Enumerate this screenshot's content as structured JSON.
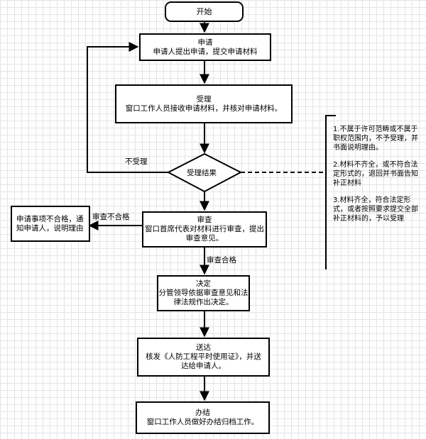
{
  "start": {
    "label": "开始"
  },
  "apply": {
    "title": "申请",
    "text": "申请人提出申请，提交申请材料"
  },
  "accept": {
    "title": "受理",
    "text": "窗口工作人员接收申请材料，并核对申请材料。"
  },
  "decision": {
    "label": "受理结果"
  },
  "reject_label": "不受理",
  "review": {
    "title": "审查",
    "line1": "窗口首席代表对材料进行审查，提出",
    "line2": "审查意见。"
  },
  "fail_label": "审查不合格",
  "fail_box": {
    "line1": "申请事项不合格，通",
    "line2": "知申请人，说明理由"
  },
  "pass_label": "审查合格",
  "decide": {
    "title": "决定",
    "line1": "分管领导依据审查意见和法",
    "line2": "律法规作出决定。"
  },
  "deliver": {
    "title": "送达",
    "line1": "核发《人防工程平时使用证》，并送",
    "line2": "达给申请人。"
  },
  "finish": {
    "title": "办结",
    "text": "窗口工作人员做好办结归档工作。"
  },
  "note": {
    "item1": "1.不属于许可范畴或不属于职权范围内，不予受理，并书面说明理由。",
    "item2": "2.材料不齐全，或不符合法定形式的，退回并书面告知补正材料",
    "item3": "3.材料齐全，符合法定形式，或者按照要求提交全部补正材料的，予以受理"
  }
}
